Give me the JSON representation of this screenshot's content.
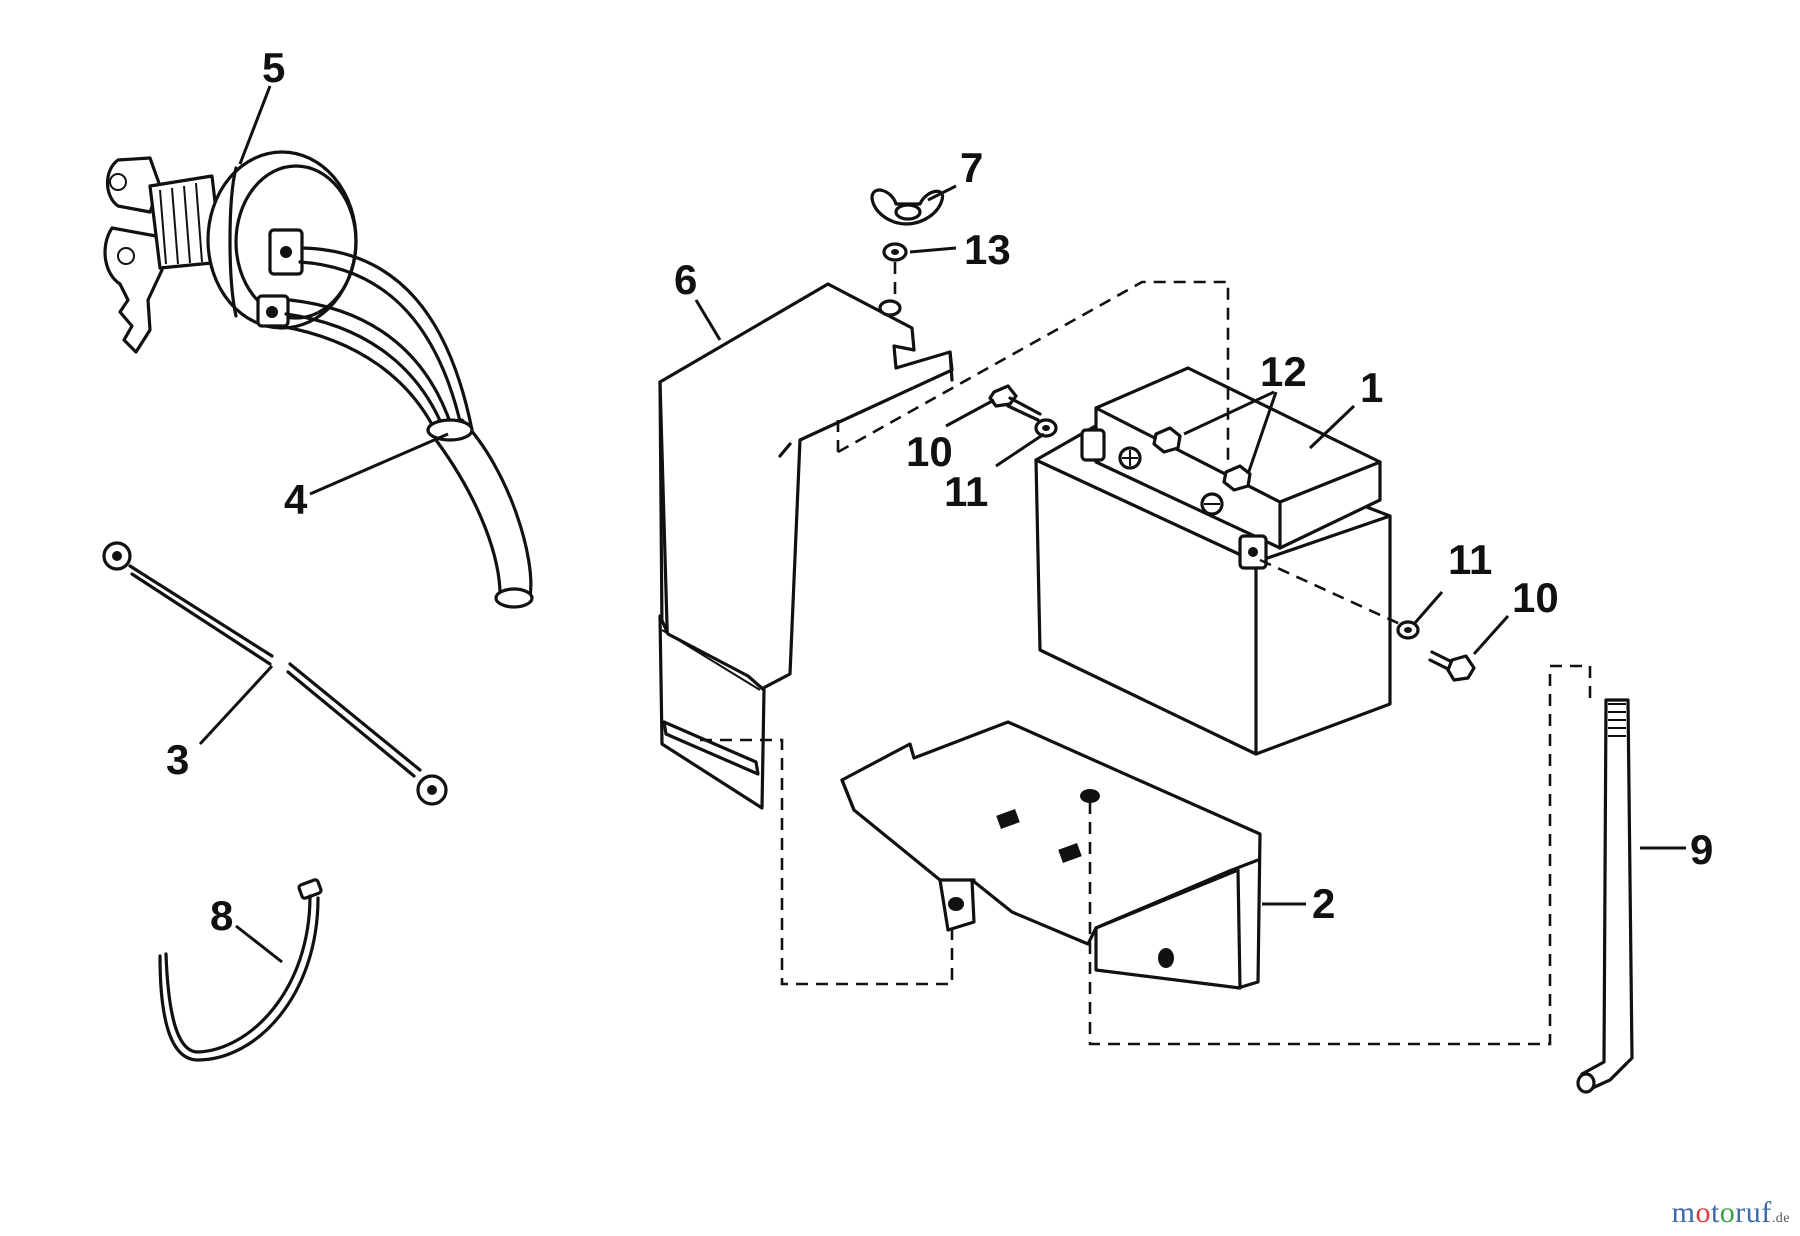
{
  "diagram": {
    "parts": [
      {
        "id": "battery",
        "label": "1"
      },
      {
        "id": "battery-tray",
        "label": "2"
      },
      {
        "id": "ground-cable",
        "label": "3"
      },
      {
        "id": "wire-harness",
        "label": "4"
      },
      {
        "id": "ignition-switch",
        "label": "5"
      },
      {
        "id": "hold-down-bracket",
        "label": "6"
      },
      {
        "id": "hold-down-rod",
        "label": "7"
      },
      {
        "id": "wing-nut",
        "label": "8"
      },
      {
        "id": "short-cable",
        "label": "9"
      },
      {
        "id": "bolt-left",
        "label": "10"
      },
      {
        "id": "bolt-right",
        "label": "10"
      },
      {
        "id": "washer-left",
        "label": "11"
      },
      {
        "id": "washer-right",
        "label": "11"
      },
      {
        "id": "terminal-nuts",
        "label": "12"
      },
      {
        "id": "washer-top",
        "label": "13"
      }
    ]
  },
  "watermark": {
    "brand_prefix": "m",
    "brand_o1": "o",
    "brand_mid": "t",
    "brand_o2": "o",
    "brand_suffix": "ruf",
    "tld": ".de"
  }
}
